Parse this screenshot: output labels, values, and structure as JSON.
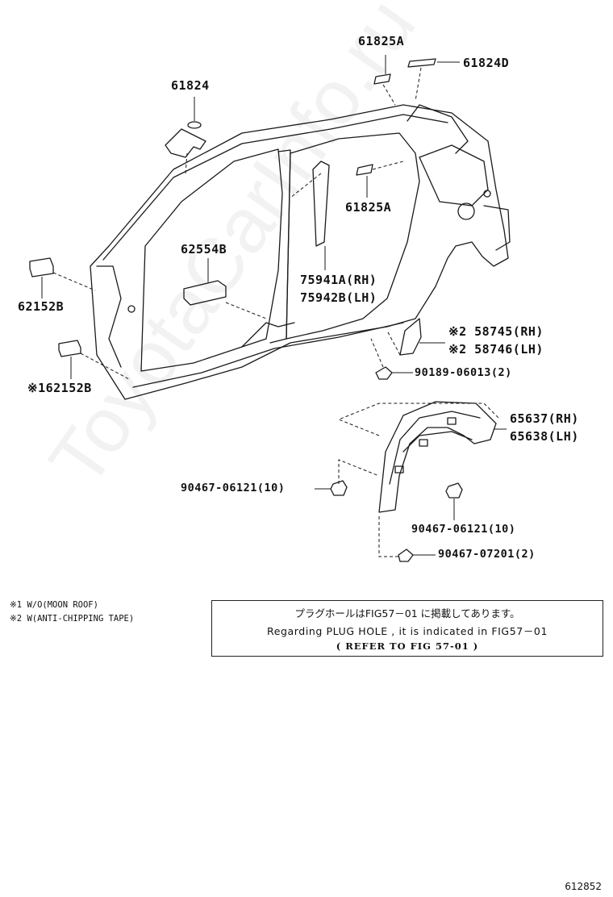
{
  "parts": {
    "p61825a_top": "61825A",
    "p61824d": "61824D",
    "p61824": "61824",
    "p61825a_mid": "61825A",
    "p62554b": "62554B",
    "p75941a": "75941A(RH)",
    "p75942b": "75942B(LH)",
    "p62152b": "62152B",
    "p62152b_m1": "※162152B",
    "p58745": "※2 58745(RH)",
    "p58746": "※2 58746(LH)",
    "p90189": "90189-06013(2)",
    "p65637": "65637(RH)",
    "p65638": "65638(LH)",
    "p90467_l": "90467-06121(10)",
    "p90467_r": "90467-06121(10)",
    "p90467_07201": "90467-07201(2)"
  },
  "footnotes": {
    "n1": "※1 W/O(MOON ROOF)",
    "n2": "※2 W(ANTI-CHIPPING TAPE)"
  },
  "note": {
    "line1": "プラグホールはFIG57－01 に掲載してあります。",
    "line2": "Regarding PLUG HOLE , it is indicated in FIG57－01",
    "line3": "(   REFER TO FIG 57-01  )"
  },
  "watermark": "ToyotaCarInfo.ru",
  "figure_number": "612852"
}
